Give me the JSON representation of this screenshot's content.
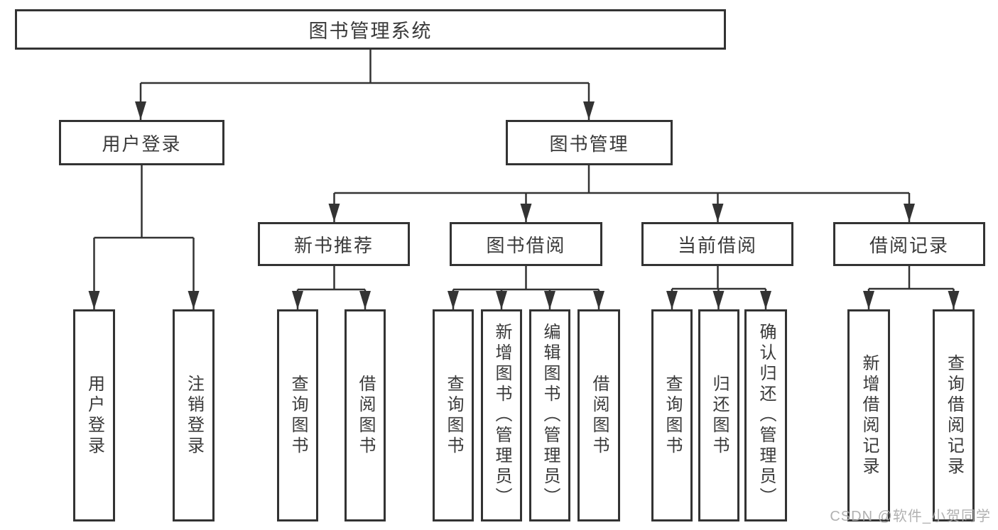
{
  "tree": {
    "title": "图书管理系统",
    "branches": [
      {
        "label": "用户登录",
        "children": [
          {
            "label": "用户登录"
          },
          {
            "label": "注销登录"
          }
        ]
      },
      {
        "label": "图书管理",
        "groups": [
          {
            "label": "新书推荐",
            "children": [
              {
                "label": "查询图书"
              },
              {
                "label": "借阅图书"
              }
            ]
          },
          {
            "label": "图书借阅",
            "children": [
              {
                "label": "查询图书"
              },
              {
                "label": "新增图书（管理员）"
              },
              {
                "label": "编辑图书（管理员）"
              },
              {
                "label": "借阅图书"
              }
            ]
          },
          {
            "label": "当前借阅",
            "children": [
              {
                "label": "查询图书"
              },
              {
                "label": "归还图书"
              },
              {
                "label": "确认归还（管理员）"
              }
            ]
          },
          {
            "label": "借阅记录",
            "children": [
              {
                "label": "新增借阅记录"
              },
              {
                "label": "查询借阅记录"
              }
            ]
          }
        ]
      }
    ]
  },
  "watermark": {
    "text": "CSDN @软件_小贺同学"
  },
  "colors": {
    "line": "#333333",
    "text": "#3a3a3a",
    "watermark": "#a8a8a8",
    "background": "#ffffff"
  }
}
